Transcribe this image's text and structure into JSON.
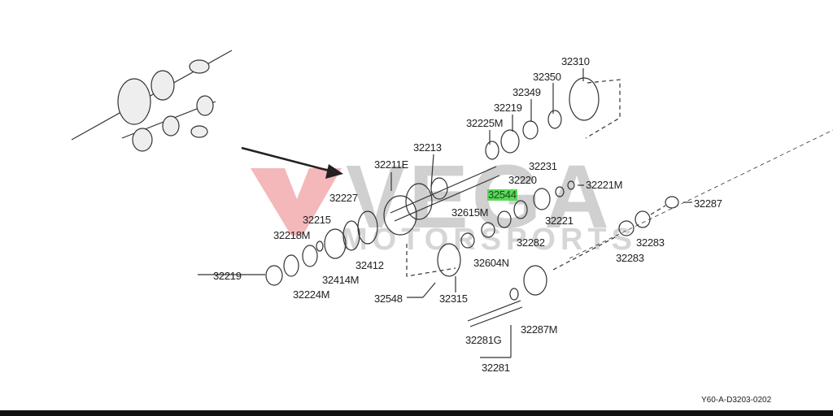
{
  "diagram": {
    "labels": {
      "p32310": "32310",
      "p32350": "32350",
      "p32349": "32349",
      "p32219_top": "32219",
      "p32225M": "32225M",
      "p32213": "32213",
      "p32211E": "32211E",
      "p32231": "32231",
      "p32220": "32220",
      "p32221M": "32221M",
      "p32544": "32544",
      "p32227": "32227",
      "p32287": "32287",
      "p32615M": "32615M",
      "p32215": "32215",
      "p32221": "32221",
      "p32218M": "32218M",
      "p32282": "32282",
      "p32283_a": "32283",
      "p32283_b": "32283",
      "p32412": "32412",
      "p32604N": "32604N",
      "p32219_left": "32219",
      "p32414M": "32414M",
      "p32224M": "32224M",
      "p32548": "32548",
      "p32315": "32315",
      "p32287M": "32287M",
      "p32281G": "32281G",
      "p32281": "32281"
    },
    "highlighted_part": "32544",
    "highlight_color": "#5ad85a",
    "diagram_code": "Y60-A-D3203-0202"
  },
  "watermark": {
    "line1": "VEGA",
    "line2": "MOTORSPORTS",
    "accent_color": "#e0303a"
  }
}
